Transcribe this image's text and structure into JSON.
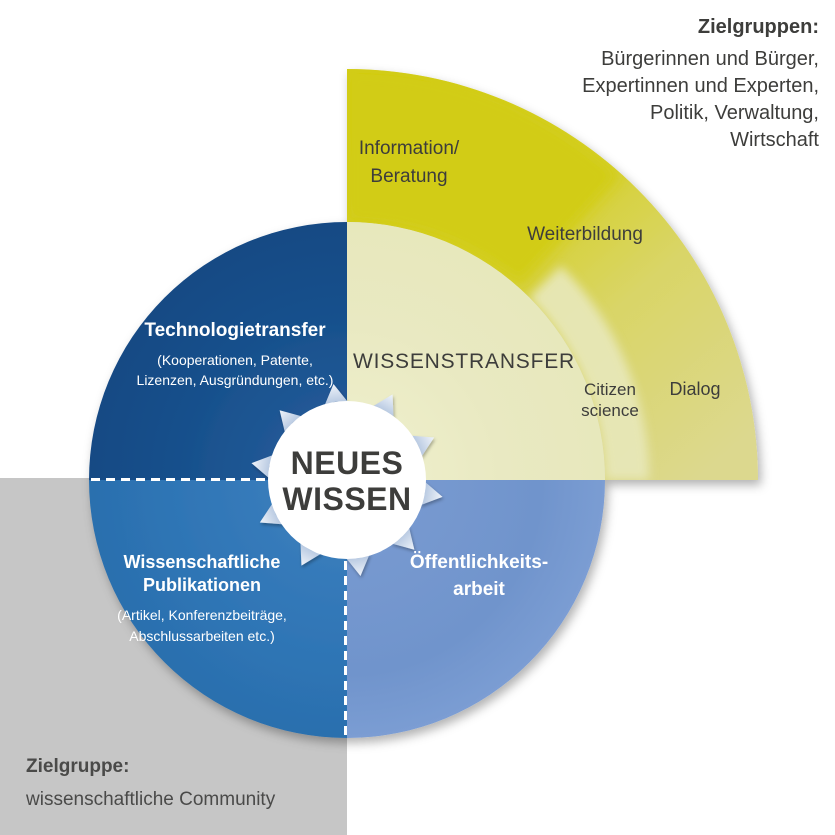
{
  "colors": {
    "background": "#ffffff",
    "gray_box": "#c6c6c6",
    "navy_quadrant": "#17508c",
    "blue_quadrant": "#2e75b5",
    "light_blue_quadrant": "#7094cc",
    "pale_yellow_quadrant": "#e9e9c2",
    "bright_yellow": "#d2cc14",
    "khaki_yellow": "#dcd88e",
    "citizen_band": "#e7e7b8",
    "dashed_line": "#ffffff",
    "text_dark": "#3d3d3b",
    "text_white": "#ffffff"
  },
  "target_groups_top": {
    "header": "Zielgruppen:",
    "lines": [
      "Bürgerinnen und Bürger,",
      "Expertinnen und Experten,",
      "Politik, Verwaltung,",
      "Wirtschaft"
    ]
  },
  "target_group_bottom": {
    "header": "Zielgruppe:",
    "line": "wissenschaftliche Community"
  },
  "center_circle": {
    "line1": "NEUES",
    "line2": "WISSEN"
  },
  "wissenstransfer_label": "WISSENSTRANSFER",
  "outer_ring": {
    "information_lines": [
      "Information/",
      "Beratung"
    ],
    "weiterbildung": "Weiterbildung",
    "dialog": "Dialog",
    "citizen_lines": [
      "Citizen",
      "science"
    ]
  },
  "technologietransfer": {
    "title": "Technologietransfer",
    "details": [
      "(Kooperationen, Patente,",
      "Lizenzen, Ausgründungen, etc.)"
    ]
  },
  "publikationen": {
    "title_lines": [
      "Wissenschaftliche",
      "Publikationen"
    ],
    "details": [
      "(Artikel, Konferenzbeiträge,",
      "Abschlussarbeiten etc.)"
    ]
  },
  "oeffentlichkeitsarbeit": {
    "title_lines": [
      "Öffentlichkeits-",
      "arbeit"
    ]
  }
}
